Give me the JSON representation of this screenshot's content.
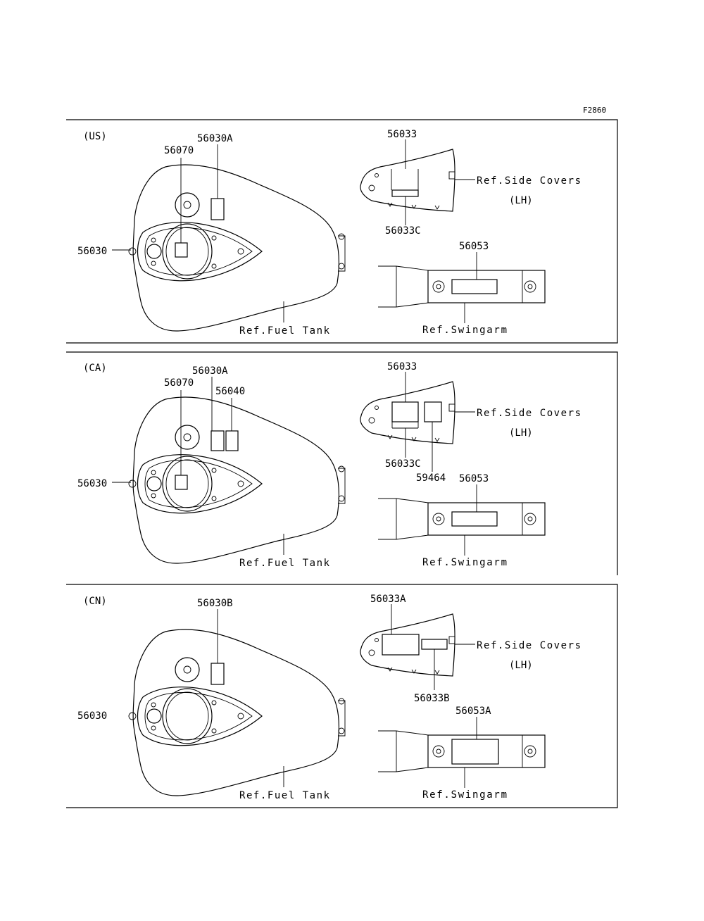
{
  "figure_code": "F2860",
  "panels": [
    {
      "region": "(US)",
      "tank": {
        "label_left": "56030",
        "label_cap": "56070",
        "label_top": "56030A",
        "label_top2": "",
        "ref": "Ref.Fuel Tank"
      },
      "side_cover": {
        "label_top": "56033",
        "label_bottom": "56033C",
        "label_extra": "",
        "ref": "Ref.Side Covers",
        "ref_sub": "(LH)"
      },
      "swingarm": {
        "label": "56053",
        "ref": "Ref.Swingarm"
      }
    },
    {
      "region": "(CA)",
      "tank": {
        "label_left": "56030",
        "label_cap": "56070",
        "label_top": "56030A",
        "label_top2": "56040",
        "ref": "Ref.Fuel Tank"
      },
      "side_cover": {
        "label_top": "56033",
        "label_bottom": "56033C",
        "label_extra": "59464",
        "ref": "Ref.Side Covers",
        "ref_sub": "(LH)"
      },
      "swingarm": {
        "label": "56053",
        "ref": "Ref.Swingarm"
      }
    },
    {
      "region": "(CN)",
      "tank": {
        "label_left": "56030",
        "label_cap": "",
        "label_top": "56030B",
        "label_top2": "",
        "ref": "Ref.Fuel Tank"
      },
      "side_cover": {
        "label_top": "56033A",
        "label_bottom": "56033B",
        "label_extra": "",
        "ref": "Ref.Side Covers",
        "ref_sub": "(LH)"
      },
      "swingarm": {
        "label": "56053A",
        "ref": "Ref.Swingarm"
      }
    }
  ]
}
